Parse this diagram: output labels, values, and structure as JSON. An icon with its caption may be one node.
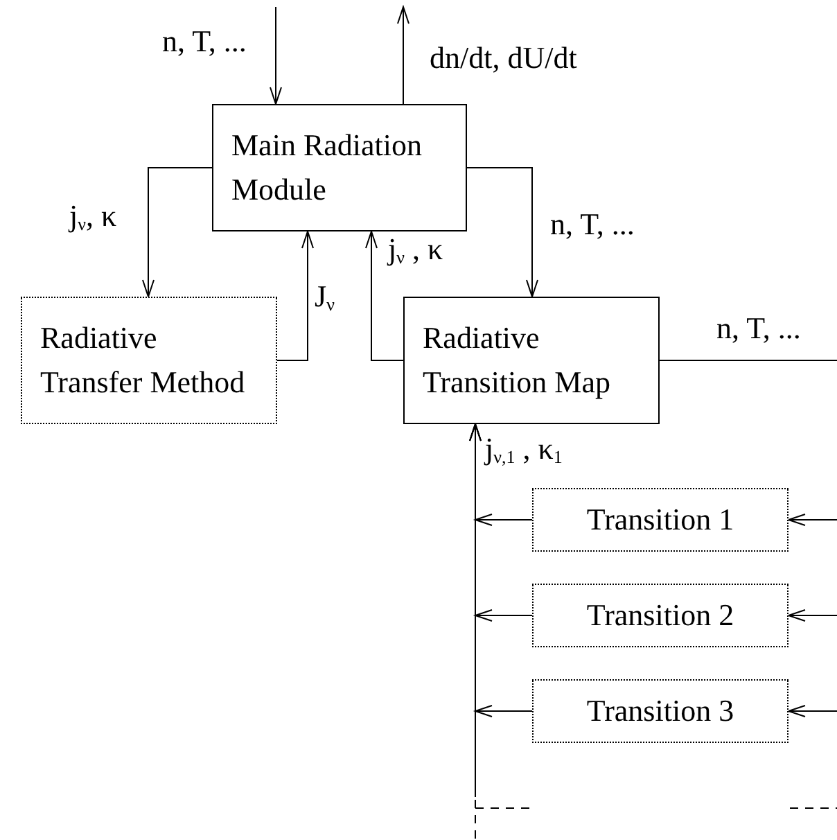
{
  "diagram": {
    "nodes": [
      {
        "text": [
          "Main Radiation Module"
        ]
      },
      {
        "text": [
          "Radiative Transfer Method"
        ]
      },
      {
        "text": [
          "Radiative Transition Map"
        ]
      },
      {
        "text": [
          "Transition 1"
        ]
      },
      {
        "text": [
          "Transition 2"
        ]
      },
      {
        "text": [
          "Transition 3"
        ]
      }
    ],
    "edges": [
      {
        "from": null,
        "to": 0,
        "arrow": "to",
        "label": "n, T, ..."
      },
      {
        "from": 0,
        "to": null,
        "arrow": "to",
        "label": "dn/dt, dU/dt"
      },
      {
        "from": 0,
        "to": 1,
        "arrow": "to",
        "label": "j$_{ν}$, κ"
      },
      {
        "from": 1,
        "to": 0,
        "arrow": "to",
        "label": "J$_{ν}$"
      },
      {
        "from": 2,
        "to": 0,
        "arrow": "to",
        "label": "j$_{ν}$ , κ"
      },
      {
        "from": 0,
        "to": 2,
        "arrow": "to",
        "label": "n, T, ..."
      },
      {
        "from": 2,
        "to": null,
        "arrow": "none",
        "label": "n, T, ..."
      },
      {
        "from": 3,
        "to": 2,
        "arrow": "to",
        "label": "j$_{ν,1}$ , κ$_{1}$"
      },
      {
        "from": 4,
        "to": 2,
        "arrow": "to"
      },
      {
        "from": 5,
        "to": 2,
        "arrow": "to"
      },
      {
        "from": null,
        "to": 3,
        "arrow": "to"
      },
      {
        "from": null,
        "to": 4,
        "arrow": "to"
      },
      {
        "from": null,
        "to": 5,
        "arrow": "to"
      }
    ]
  }
}
